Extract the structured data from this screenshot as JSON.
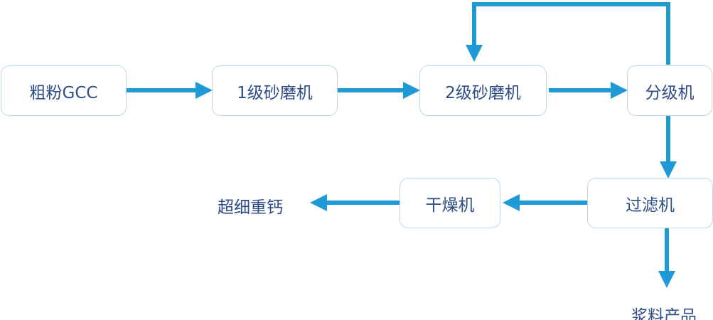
{
  "diagram": {
    "nodes": {
      "coarse_gcc": "粗粉GCC",
      "mill_1": "1级砂磨机",
      "mill_2": "2级砂磨机",
      "classifier": "分级机",
      "filter": "过滤机",
      "dryer": "干燥机"
    },
    "outputs": {
      "ultrafine_caco3": "超细重钙",
      "slurry_product": "浆料产品"
    },
    "colors": {
      "arrow": "#1e9ad6",
      "node_border": "#bcd9ee",
      "text": "#2e4c86"
    }
  }
}
